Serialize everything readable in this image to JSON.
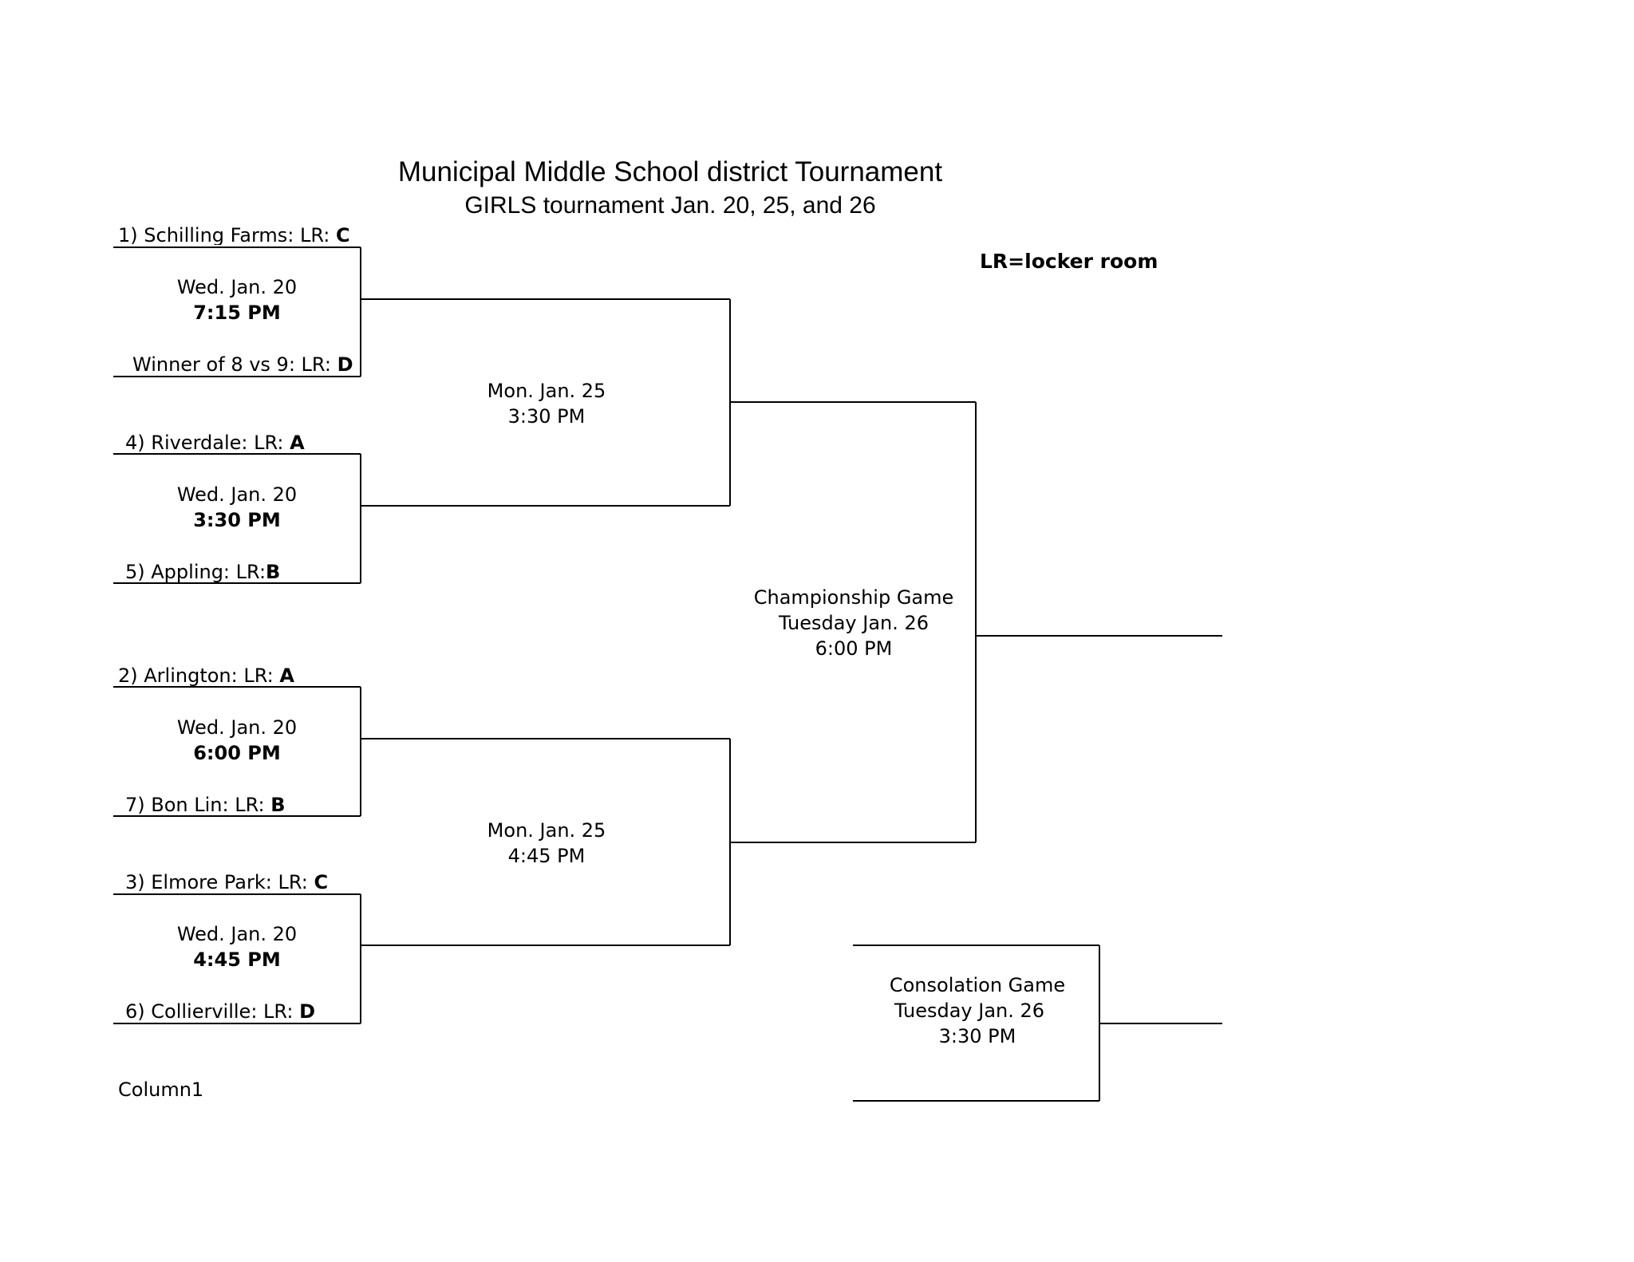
{
  "header": {
    "title": "Municipal Middle School district Tournament",
    "subtitle": "GIRLS tournament Jan. 20, 25, and 26",
    "legend_note": "LR=locker room"
  },
  "first_round": [
    {
      "top_team": {
        "label": "1) Schilling Farms: LR: ",
        "room": "C"
      },
      "bottom_team": {
        "label": "Winner of 8 vs 9: LR: ",
        "room": "D"
      },
      "date": "Wed. Jan. 20",
      "time": "7:15 PM"
    },
    {
      "top_team": {
        "label": "4) Riverdale: LR: ",
        "room": "A"
      },
      "bottom_team": {
        "label": "5) Appling: LR:",
        "room": "B"
      },
      "date": "Wed. Jan. 20",
      "time": "3:30 PM"
    },
    {
      "top_team": {
        "label": "2) Arlington: LR: ",
        "room": "A"
      },
      "bottom_team": {
        "label": "7) Bon Lin: LR: ",
        "room": "B"
      },
      "date": "Wed. Jan. 20",
      "time": "6:00 PM"
    },
    {
      "top_team": {
        "label": "3) Elmore Park: LR: ",
        "room": "C"
      },
      "bottom_team": {
        "label": "6) Collierville: LR: ",
        "room": "D"
      },
      "date": "Wed. Jan. 20",
      "time": "4:45 PM"
    }
  ],
  "semifinals": [
    {
      "date": "Mon. Jan. 25",
      "time": "3:30 PM"
    },
    {
      "date": "Mon. Jan. 25",
      "time": "4:45 PM"
    }
  ],
  "championship": {
    "name": "Championship Game",
    "date": "Tuesday Jan. 26",
    "time": "6:00 PM"
  },
  "consolation": {
    "name": "Consolation Game",
    "date": "Tuesday Jan. 26",
    "time": "3:30 PM"
  },
  "footer": {
    "column_label": "Column1"
  }
}
